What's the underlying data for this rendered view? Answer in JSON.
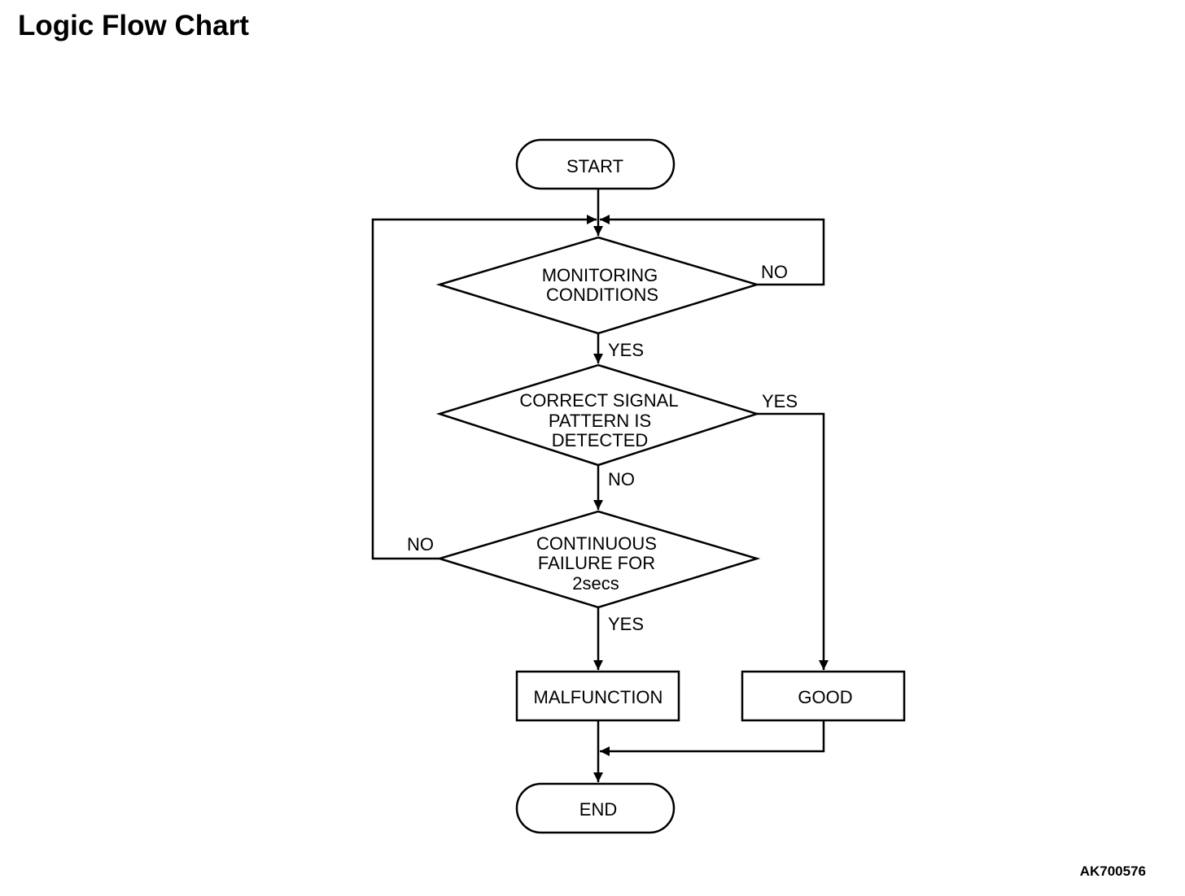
{
  "title": "Logic Flow Chart",
  "figure_id": "AK700576",
  "nodes": {
    "start": "START",
    "monitoring": [
      "MONITORING",
      "CONDITIONS"
    ],
    "signal": [
      "CORRECT SIGNAL",
      "PATTERN IS",
      "DETECTED"
    ],
    "failure": [
      "CONTINUOUS",
      "FAILURE FOR",
      "2secs"
    ],
    "malfunction": "MALFUNCTION",
    "good": "GOOD",
    "end": "END"
  },
  "edges": {
    "monitoring_no": "NO",
    "monitoring_yes": "YES",
    "signal_yes": "YES",
    "signal_no": "NO",
    "failure_no": "NO",
    "failure_yes": "YES"
  }
}
